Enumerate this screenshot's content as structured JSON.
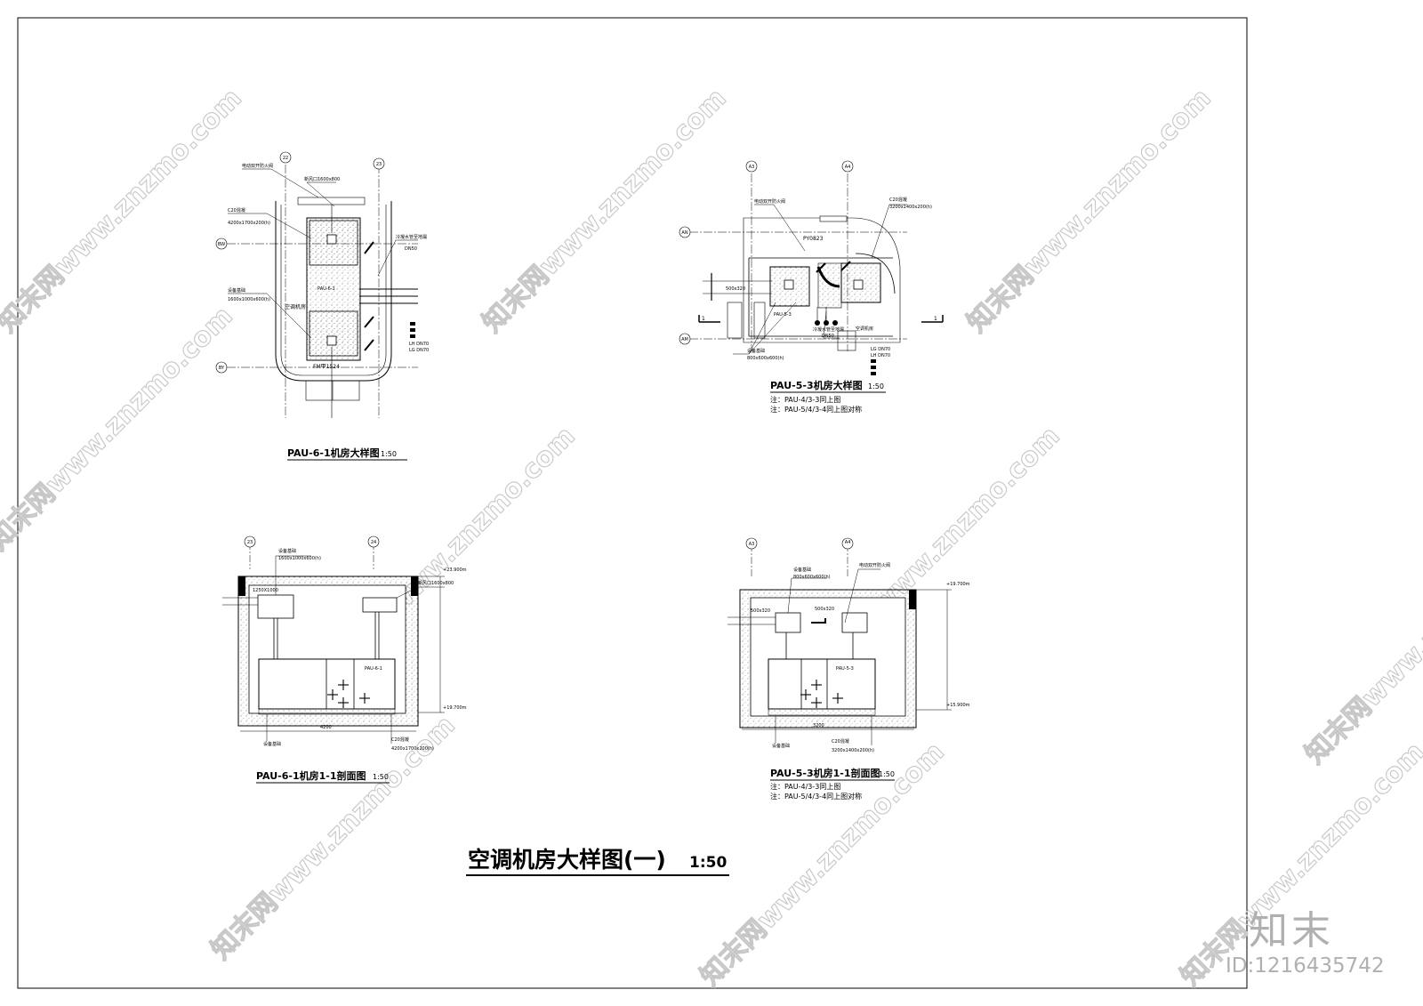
{
  "sheet": {
    "main_title": "空调机房大样图(一)",
    "main_scale": "1:50",
    "watermark_text": "知末网www.znzmo.com",
    "brand_logo": "知末",
    "brand_id": "ID:1216435742"
  },
  "plan_a": {
    "caption": "PAU-6-1机房大样图",
    "scale": "1:50",
    "grid": [
      "22",
      "23",
      "BW",
      "BY"
    ],
    "unit": "PAU-6-1",
    "room": "空调机房",
    "door_tag": "FM甲1524",
    "labels": [
      "电动双开防火阀",
      "新风口1600x800",
      "C20混凝",
      "4200x1700x200(h)",
      "冷凝水管至地漏",
      "DN50",
      "设备基础",
      "1600x1000x600(h)"
    ],
    "pipes": [
      "LH DN70",
      "LG DN70"
    ]
  },
  "plan_b": {
    "caption": "PAU-5-3机房大样图",
    "scale": "1:50",
    "notes": [
      "注：PAU-4/3-3同上图",
      "注：PAU-5/4/3-4同上图对称"
    ],
    "grid": [
      "A3",
      "A4",
      "AN",
      "AM",
      "1"
    ],
    "unit": "PAU-5-3",
    "room": "空调机房",
    "shaft": "PY0823",
    "labels": [
      "电动双开防火阀",
      "C20混凝",
      "3200x1400x200(h)",
      "设备基础",
      "800x600x600(h)",
      "冷凝水管至地漏",
      "DN50",
      "500x320"
    ],
    "pipes": [
      "LG DN70",
      "LH DN70"
    ]
  },
  "section_a": {
    "caption": "PAU-6-1机房1-1剖面图",
    "scale": "1:50",
    "grid": [
      "23",
      "24"
    ],
    "unit": "PAU-6-1",
    "levels": [
      "+23.900m",
      "+19.700m"
    ],
    "labels": [
      "设备基础",
      "1600x1000x600(h)",
      "新风口1600x800",
      "1250X1000",
      "C20混凝",
      "4200x1700x200(h)",
      "4200"
    ]
  },
  "section_b": {
    "caption": "PAU-5-3机房1-1剖面图",
    "scale": "1:50",
    "notes": [
      "注：PAU-4/3-3同上图",
      "注：PAU-5/4/3-4同上图对称"
    ],
    "grid": [
      "A3",
      "A4"
    ],
    "unit": "PAU-5-3",
    "levels": [
      "+19.700m",
      "+15.900m"
    ],
    "labels": [
      "设备基础",
      "800x600x600(h)",
      "电动双开防火阀",
      "500x320",
      "C20混凝",
      "3200x1400x200(h)",
      "3200"
    ]
  },
  "colors": {
    "line": "#000000",
    "watermark": "#c7c7c7",
    "brand": "#b0b0b0"
  }
}
